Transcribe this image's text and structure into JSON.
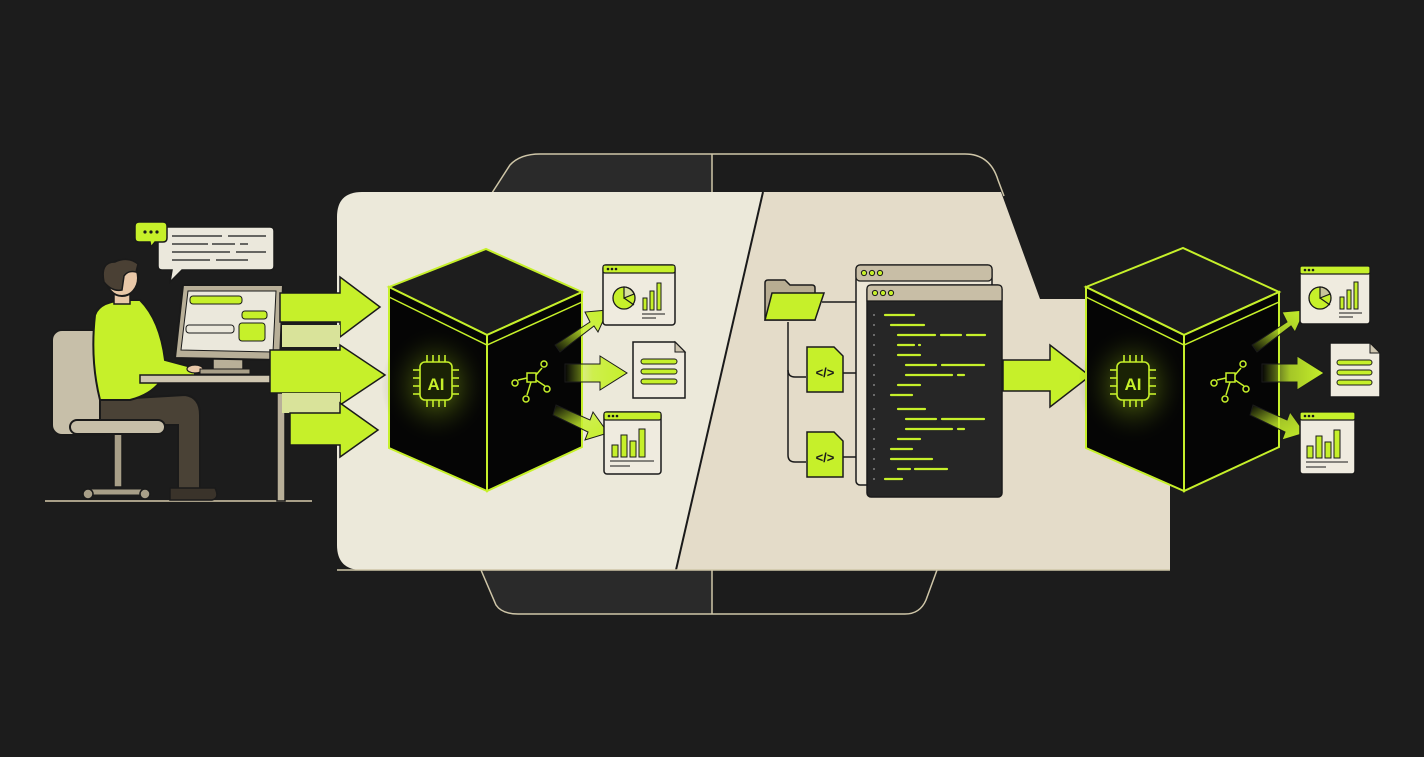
{
  "colors": {
    "background": "#1c1c1c",
    "accent": "#c6f02a",
    "accent_dark": "#9cc41a",
    "panel_left": "#ece9da",
    "panel_right": "#e4dcc9",
    "tab_dark": "#2a2a2a",
    "outline": "#cfc6a8",
    "cube_fill": "#050505",
    "card_fill": "#efebdf",
    "ink": "#1a1a1a"
  },
  "stage_1": {
    "user": {
      "label": "user-at-computer",
      "speech_bubble_icon": "ellipsis-chat-icon"
    },
    "input_arrows": 3,
    "cube": {
      "chip_label": "AI",
      "side_icon": "workflow-graph-icon"
    },
    "outputs": [
      "dashboard-pie-bar-chart",
      "text-document",
      "bar-chart-report"
    ]
  },
  "stage_2": {
    "source": {
      "folder_icon": "folder-icon",
      "files": [
        "</>",
        "</>"
      ]
    },
    "code_window": {
      "title_dots": 3,
      "lines": 16
    },
    "cube": {
      "chip_label": "AI",
      "side_icon": "workflow-graph-icon"
    },
    "outputs": [
      "dashboard-pie-bar-chart",
      "text-document",
      "bar-chart-report"
    ]
  }
}
